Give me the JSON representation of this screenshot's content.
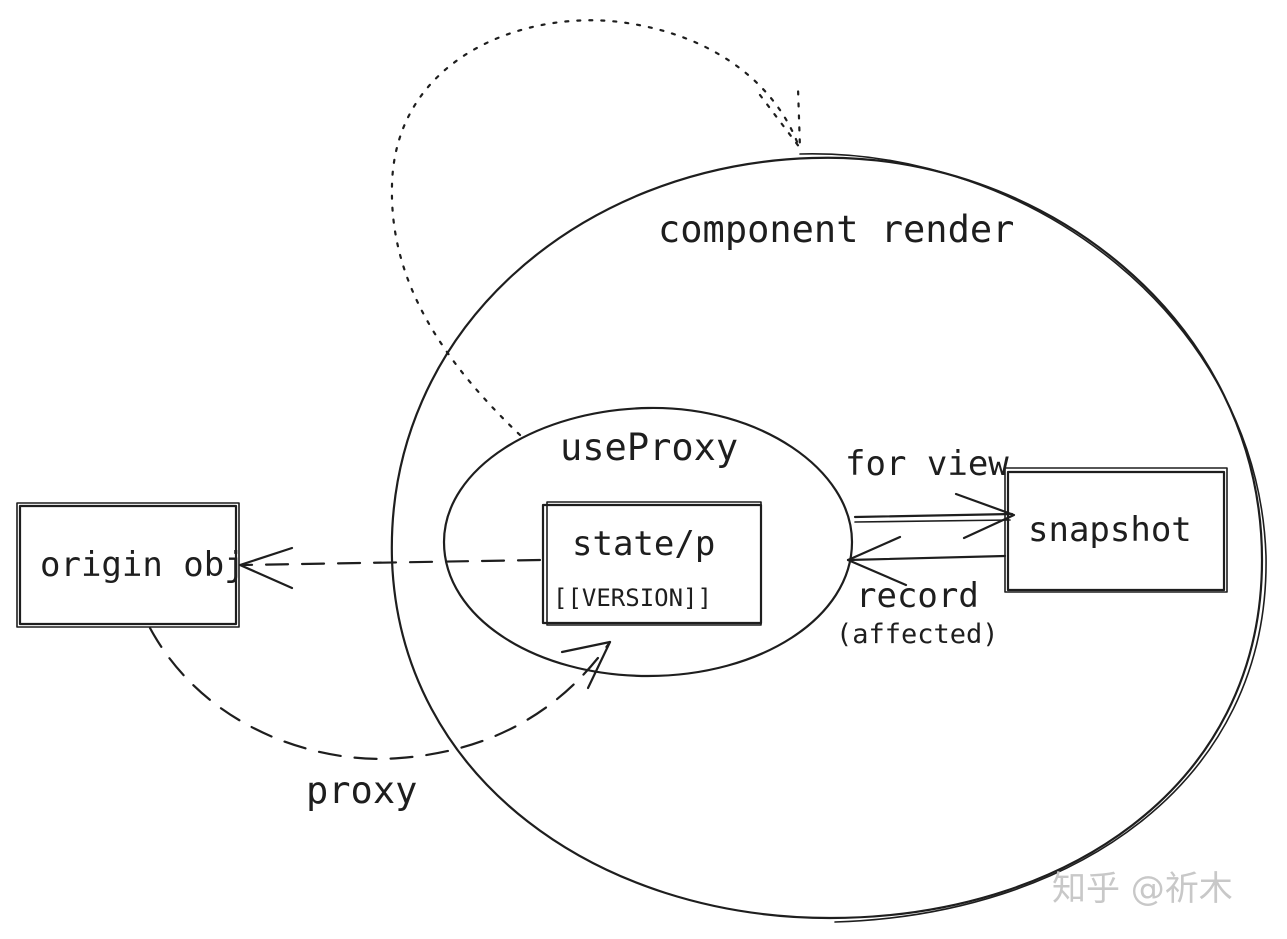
{
  "labels": {
    "component_render": "component render",
    "use_proxy": "useProxy",
    "state_p": "state/p",
    "version": "[[VERSION]]",
    "origin_obj": "origin obj",
    "snapshot": "snapshot",
    "for_view": "for view",
    "record": "record",
    "affected": "(affected)",
    "proxy": "proxy"
  },
  "watermark": "知乎 @祈木",
  "colors": {
    "ink": "#1e1e1e",
    "background": "#ffffff",
    "watermark": "#c8c8c8"
  }
}
